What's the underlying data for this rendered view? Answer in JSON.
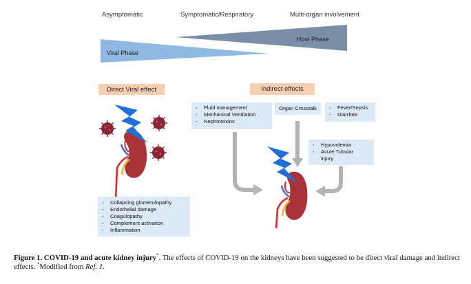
{
  "stages": {
    "asymptomatic": "Asymptomatic",
    "symptomatic": "Symptomatic/Respiratory",
    "multi_organ": "Multi-organ involvement"
  },
  "phases": {
    "viral": "Viral Phase",
    "host": "Host Phase",
    "viral_color": "#8fb9e0",
    "host_color": "#7b8ea8"
  },
  "direct": {
    "heading": "Direct Viral effect",
    "items": [
      "Collapsing glomerulopathy",
      "Endothelial damage",
      "Coagulopathy",
      "Complement activation",
      "Inflammation"
    ]
  },
  "indirect": {
    "heading": "Indirect effects",
    "fluid_items": [
      "Fluid management",
      "Mechanical Ventilation",
      "Nephrotoxins"
    ],
    "crosstalk": "Organ Crosstalk",
    "fever_items": [
      "Fever/Sepsis",
      "Diarrhea"
    ],
    "hypo_items": [
      "Hypovolemia",
      "Acute Tubular injury"
    ]
  },
  "colors": {
    "header_orange": "#f9cfb2",
    "box_blue": "#dce9f6",
    "bolt_blue": "#1f6fd6",
    "kidney": "#a8343a",
    "virus": "#8c2438",
    "arrow_gray": "#b3b3b3"
  },
  "icons": [
    "lightning-bolt-icon",
    "virus-icon",
    "kidney-icon",
    "gray-arrow-icon"
  ],
  "caption": {
    "label": "Figure 1. COVID-19 and acute kidney injury",
    "label_sup": "*",
    "text": ". The effects of COVID-19 on the kidneys have been suggested to be direct viral damage and indirect effects. ",
    "mod_sup": "*",
    "mod_text": "Modified from ",
    "ref": "Ref. 1."
  }
}
